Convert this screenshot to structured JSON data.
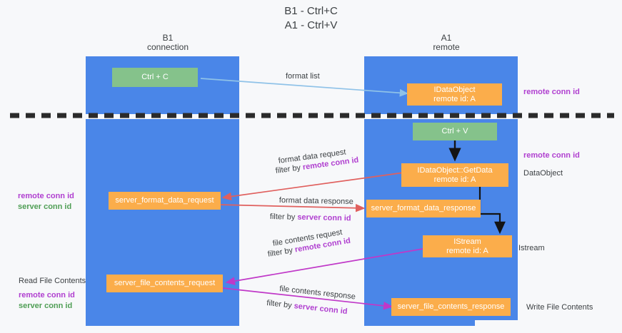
{
  "title": {
    "line1": "B1 - Ctrl+C",
    "line2": "A1 - Ctrl+V"
  },
  "columns": [
    {
      "name": "B1",
      "role": "connection"
    },
    {
      "name": "A1",
      "role": "remote"
    }
  ],
  "colors": {
    "lane": "#4a86e8",
    "green_box": "#85c28b",
    "orange_box": "#fbad4b",
    "background": "#f7f8fa",
    "divider": "#2b2b2b",
    "arrow_blue": "#8fc2e8",
    "arrow_black": "#1a1a1a",
    "arrow_red": "#e0605e",
    "arrow_magenta": "#c038c8",
    "text_purple": "#b03fd0",
    "text_green": "#4f9e55",
    "text_dark": "#3c4043"
  },
  "boxes": {
    "ctrl_c": {
      "label": "Ctrl + C",
      "color": "green"
    },
    "idataobject": {
      "line1": "IDataObject",
      "line2": "remote id: A",
      "color": "orange"
    },
    "ctrl_v": {
      "label": "Ctrl + V",
      "color": "green"
    },
    "getdata": {
      "line1": "IDataObject::GetData",
      "line2": "remote id: A",
      "color": "orange"
    },
    "server_format_data_request": {
      "label": "server_format_data_request",
      "color": "orange"
    },
    "server_format_data_response": {
      "label": "server_format_data_response",
      "color": "orange"
    },
    "istream": {
      "line1": "IStream",
      "line2": "remote id: A",
      "color": "orange"
    },
    "server_file_contents_request": {
      "label": "server_file_contents_request",
      "color": "orange"
    },
    "server_file_contents_response": {
      "label": "server_file_contents_response",
      "color": "orange"
    }
  },
  "flows": {
    "format_list": {
      "label": "format list"
    },
    "format_data_request": {
      "label": "format data request",
      "filter_prefix": "filter by ",
      "filter_key": "remote conn id"
    },
    "format_data_response": {
      "label": "format data response",
      "filter_prefix": "filter by ",
      "filter_key": "server conn id"
    },
    "file_contents_request": {
      "label": "file contents request",
      "filter_prefix": "filter by ",
      "filter_key": "remote conn id"
    },
    "file_contents_response": {
      "label": "file contents response",
      "filter_prefix": "filter by ",
      "filter_key": "server conn id"
    }
  },
  "annotations": {
    "right_top": {
      "text": "remote conn id"
    },
    "right_mid_key": {
      "text": "remote conn id"
    },
    "right_mid_label": {
      "text": "DataObject"
    },
    "right_istream_label": {
      "text": "Istream"
    },
    "right_bottom_label": {
      "text": "Write File Contents"
    },
    "left_mid": {
      "key1": "remote conn id",
      "key2": "server conn id"
    },
    "left_bottom": {
      "heading": "Read File Contents",
      "key1": "remote conn id",
      "key2": "server conn id"
    }
  }
}
